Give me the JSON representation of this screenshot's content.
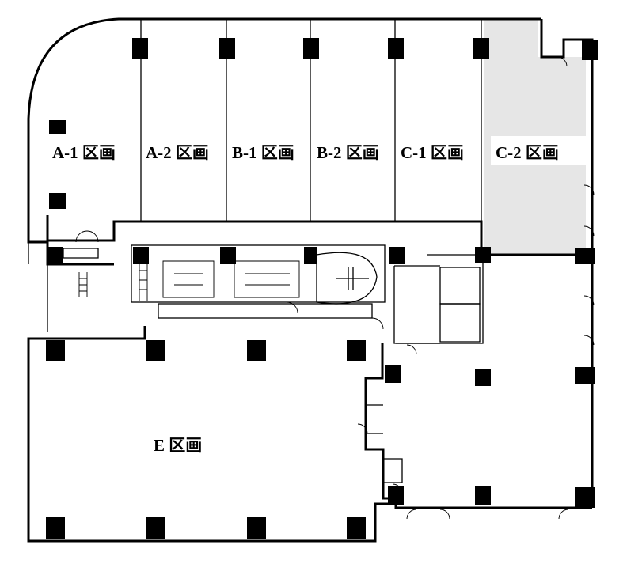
{
  "floorplan": {
    "sections": [
      {
        "id": "A-1",
        "label": "A-1 区画",
        "highlighted": false
      },
      {
        "id": "A-2",
        "label": "A-2 区画",
        "highlighted": false
      },
      {
        "id": "B-1",
        "label": "B-1 区画",
        "highlighted": false
      },
      {
        "id": "B-2",
        "label": "B-2 区画",
        "highlighted": false
      },
      {
        "id": "C-1",
        "label": "C-1 区画",
        "highlighted": false
      },
      {
        "id": "C-2",
        "label": "C-2 区画",
        "highlighted": true
      },
      {
        "id": "E",
        "label": "E 区画",
        "highlighted": false
      }
    ],
    "colors": {
      "highlight_fill": "#e6e6e6",
      "wall": "#000000",
      "background": "#ffffff"
    }
  }
}
